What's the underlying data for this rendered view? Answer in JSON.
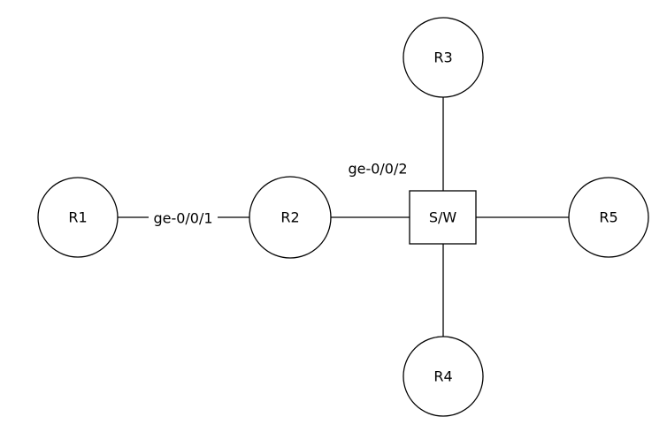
{
  "diagram": {
    "type": "network-topology",
    "nodes": [
      {
        "id": "R1",
        "label": "R1",
        "shape": "circle",
        "role": "router"
      },
      {
        "id": "R2",
        "label": "R2",
        "shape": "circle",
        "role": "router"
      },
      {
        "id": "R3",
        "label": "R3",
        "shape": "circle",
        "role": "router"
      },
      {
        "id": "R4",
        "label": "R4",
        "shape": "circle",
        "role": "router"
      },
      {
        "id": "R5",
        "label": "R5",
        "shape": "circle",
        "role": "router"
      },
      {
        "id": "SW",
        "label": "S/W",
        "shape": "rectangle",
        "role": "switch"
      }
    ],
    "edges": [
      {
        "from": "R1",
        "to": "R2",
        "label": "ge-0/0/1"
      },
      {
        "from": "R2",
        "to": "SW",
        "label": "ge-0/0/2"
      },
      {
        "from": "SW",
        "to": "R3",
        "label": ""
      },
      {
        "from": "SW",
        "to": "R4",
        "label": ""
      },
      {
        "from": "SW",
        "to": "R5",
        "label": ""
      }
    ],
    "colors": {
      "background": "#ffffff",
      "shape_fill": "#ffffff",
      "stroke": "#000000",
      "text": "#000000"
    }
  }
}
